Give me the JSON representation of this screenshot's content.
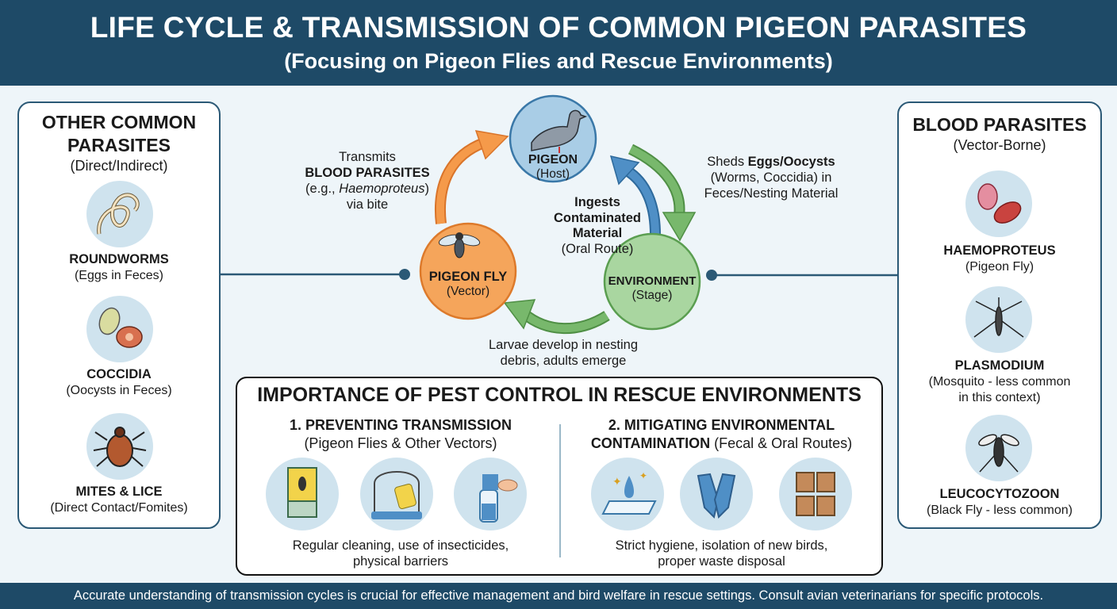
{
  "header": {
    "title": "LIFE CYCLE & TRANSMISSION OF COMMON PIGEON PARASITES",
    "subtitle": "(Focusing on Pigeon Flies and Rescue Environments)"
  },
  "left_panel": {
    "title1": "OTHER COMMON",
    "title2": "PARASITES",
    "subtitle": "(Direct/Indirect)",
    "items": [
      {
        "name": "ROUNDWORMS",
        "desc": "(Eggs in Feces)",
        "icon": "roundworm-icon"
      },
      {
        "name": "COCCIDIA",
        "desc": "(Oocysts in Feces)",
        "icon": "coccidia-icon"
      },
      {
        "name": "MITES & LICE",
        "desc": "(Direct Contact/Fomites)",
        "icon": "mite-icon"
      }
    ]
  },
  "right_panel": {
    "title": "BLOOD PARASITES",
    "subtitle": "(Vector-Borne)",
    "items": [
      {
        "name": "HAEMOPROTEUS",
        "desc1": "(Pigeon Fly)",
        "desc2": "",
        "icon": "blood-cell-icon"
      },
      {
        "name": "PLASMODIUM",
        "desc1": "(Mosquito - less common",
        "desc2": "in this context)",
        "icon": "mosquito-icon"
      },
      {
        "name": "LEUCOCYTOZOON",
        "desc1": "(Black Fly - less common)",
        "desc2": "",
        "icon": "black-fly-icon"
      }
    ]
  },
  "cycle": {
    "pigeon": {
      "name": "PIGEON",
      "role": "(Host)",
      "color": "#a9cde6"
    },
    "fly": {
      "name": "PIGEON FLY",
      "role": "(Vector)",
      "color": "#f5a55b"
    },
    "environment": {
      "name": "ENVIRONMENT",
      "role": "(Stage)",
      "color": "#a9d6a0"
    },
    "fly_to_pigeon": {
      "l1": "Transmits",
      "l2": "BLOOD PARASITES",
      "l3a": "(e.g., ",
      "l3b": "Haemoproteus",
      "l3c": ")",
      "l4": "via bite"
    },
    "pigeon_to_env": {
      "l1a": "Sheds ",
      "l1b": "Eggs/Oocysts",
      "l2": "(Worms, Coccidia) in",
      "l3": "Feces/Nesting Material"
    },
    "env_to_pigeon": {
      "l1": "Ingests",
      "l2": "Contaminated",
      "l3": "Material",
      "l4": "(Oral Route)"
    },
    "env_to_fly": {
      "l1": "Larvae develop in nesting",
      "l2": "debris, adults emerge"
    }
  },
  "pest_control": {
    "title": "IMPORTANCE OF PEST CONTROL IN RESCUE ENVIRONMENTS",
    "col1": {
      "heading": "1. PREVENTING TRANSMISSION",
      "sub": "(Pigeon Flies & Other Vectors)",
      "desc1": "Regular cleaning, use of insecticides,",
      "desc2": "physical barriers",
      "icons": [
        "fly-trap-icon",
        "cage-cleaning-icon",
        "spray-bottle-icon"
      ]
    },
    "col2": {
      "heading1": "2. MITIGATING ENVIRONMENTAL",
      "heading2": "CONTAMINATION",
      "sub": " (Fecal & Oral Routes)",
      "desc1": "Strict hygiene, isolation of new birds,",
      "desc2": "proper waste disposal",
      "icons": [
        "clean-surface-icon",
        "gloves-icon",
        "quarantine-boxes-icon"
      ]
    }
  },
  "footer": "Accurate understanding of transmission cycles is crucial for effective management and bird welfare in rescue settings. Consult avian veterinarians for specific protocols."
}
